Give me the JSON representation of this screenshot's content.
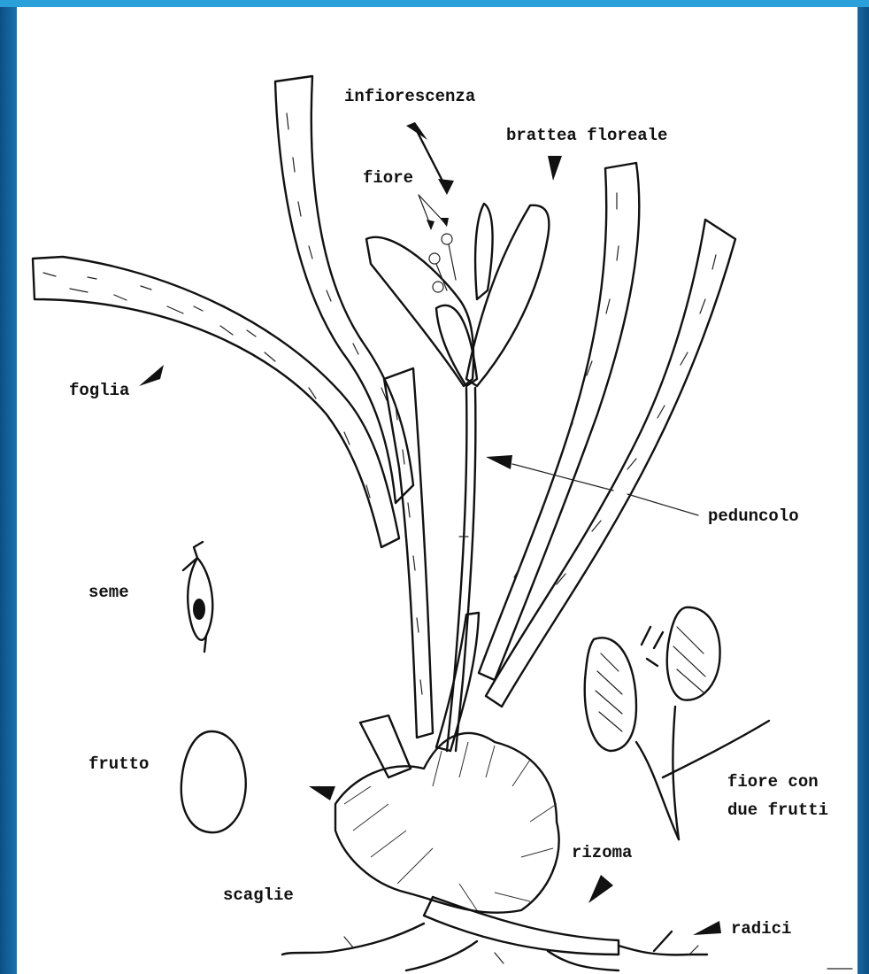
{
  "labels": {
    "infiorescenza": "infiorescenza",
    "brattea": "brattea floreale",
    "fiore": "fiore",
    "foglia": "foglia",
    "peduncolo": "peduncolo",
    "seme": "seme",
    "frutto": "frutto",
    "fiore_con_frutti_1": "fiore con",
    "fiore_con_frutti_2": "due frutti",
    "rizoma": "rizoma",
    "scaglie": "scaglie",
    "radici": "radici"
  },
  "colors": {
    "frame": "#2a9ad6",
    "ink": "#111111",
    "paper": "#ffffff"
  }
}
